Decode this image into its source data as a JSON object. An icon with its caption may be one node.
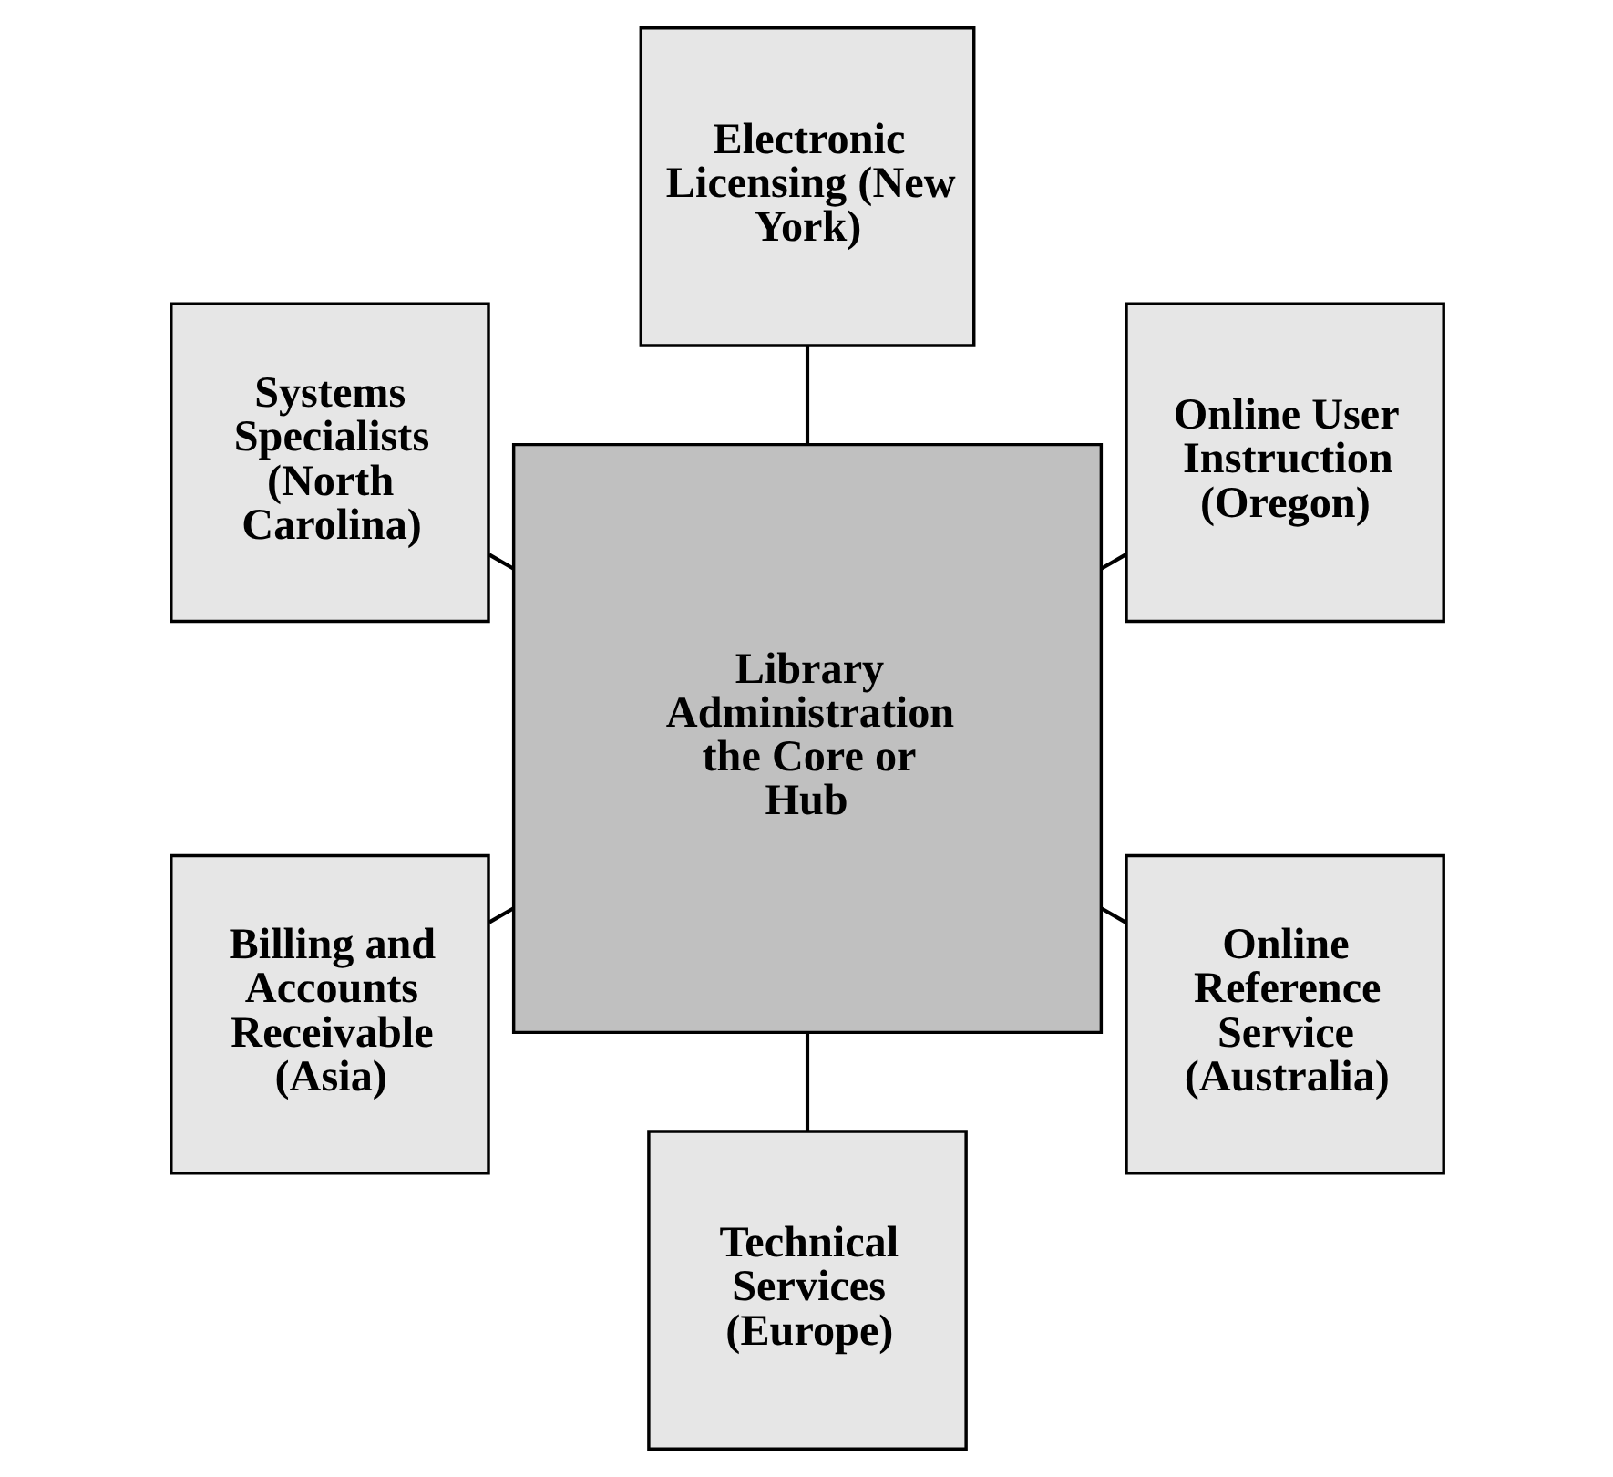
{
  "diagram": {
    "nodes": [
      {
        "text": [
          "Online User Instruction (Oregon)"
        ]
      },
      {
        "text": [
          "Electronic Licensing (New York)"
        ]
      },
      {
        "text": [
          "Library Administration the Core or Hub"
        ]
      },
      {
        "text": [
          "Systems Specialists (North Carolina)"
        ]
      },
      {
        "text": [
          "Billing and Accounts Receivable (Asia)"
        ]
      },
      {
        "text": [
          "Technical Services (Europe)"
        ]
      },
      {
        "text": [
          "Online Reference Service (Australia)"
        ]
      }
    ],
    "edges": [
      {
        "from": 2,
        "to": 0,
        "arrow": "none"
      },
      {
        "from": 2,
        "to": 1,
        "arrow": "none"
      },
      {
        "from": 2,
        "to": 3,
        "arrow": "none"
      },
      {
        "from": 2,
        "to": 4,
        "arrow": "none"
      },
      {
        "from": 2,
        "to": 5,
        "arrow": "none"
      },
      {
        "from": 2,
        "to": 6,
        "arrow": "none"
      }
    ]
  }
}
